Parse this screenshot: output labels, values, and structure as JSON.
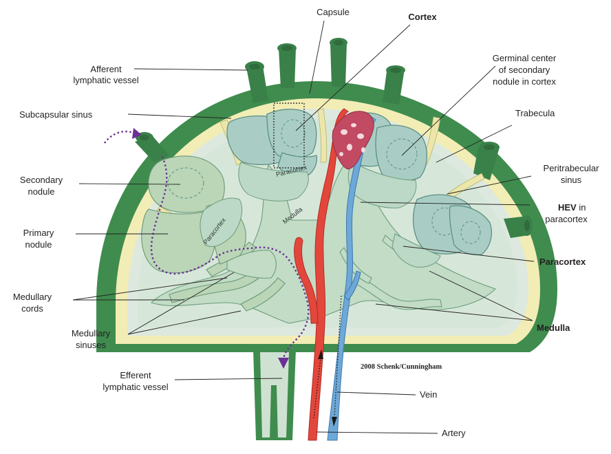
{
  "labels": {
    "capsule": "Capsule",
    "cortex": "Cortex",
    "afferent_1": "Afferent",
    "afferent_2": "lymphatic vessel",
    "germinal_1": "Germinal center",
    "germinal_2": "of secondary",
    "germinal_3": "nodule in cortex",
    "subcapsular": "Subcapsular sinus",
    "trabecula": "Trabecula",
    "secondary_1": "Secondary",
    "secondary_2": "nodule",
    "peritrabecular_1": "Peritrabecular",
    "peritrabecular_2": "sinus",
    "primary_1": "Primary",
    "primary_2": "nodule",
    "hev_bold": "HEV",
    "hev_rest": " in",
    "hev_2": "paracortex",
    "paracortex": "Paracortex",
    "medullary_cords_1": "Medullary",
    "medullary_cords_2": "cords",
    "medulla": "Medulla",
    "medullary_sinuses_1": "Medullary",
    "medullary_sinuses_2": "sinuses",
    "efferent_1": "Efferent",
    "efferent_2": "lymphatic vessel",
    "vein": "Vein",
    "artery": "Artery"
  },
  "inner_labels": {
    "paracortex_top": "Paracortex",
    "paracortex_left": "Paracortex",
    "medulla": "Medulla"
  },
  "credit": "2008 Schenk/Cunningham",
  "colors": {
    "capsule": "#3f8c4e",
    "nodule": "#a9cdc4",
    "artery": "#e3473c",
    "vein": "#6ea8d8",
    "lymph_flow": "#6a2f94"
  }
}
